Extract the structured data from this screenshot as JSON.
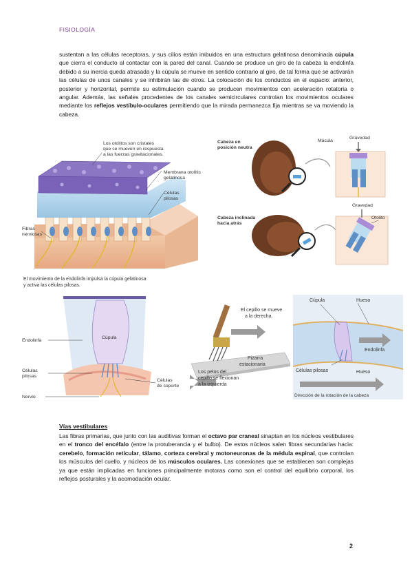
{
  "header": {
    "title": "FISIOLOGÍA"
  },
  "para1": {
    "s1": "sustentan a las células receptoras, y sus cilios están imbuidos en una estructura gelatinosa denominada ",
    "b1": "cúpula",
    "s2": " que cierra el conducto al contactar con la pared del canal. Cuando se produce un giro de la cabeza la endolinfa debido a su inercia queda atrasada y la cúpula se mueve en sentido contrario al giro, de tal forma que se activarán las células de unos canales y se inhibirán las de otros. La colocación de los conductos en el espacio: anterior, posterior y horizontal, permite su estimulación cuando se producen movimientos con aceleración rotatoria o angular. Además, las señales procedentes de los canales semicirculares controlan los movimientos oculares mediante los ",
    "b2": "reflejos vestíbulo-oculares",
    "s3": " permitiendo que la mirada permanezca fija mientras se va moviendo la cabeza."
  },
  "figure_top_left": {
    "otolitos": [
      "Los otolitos son cristales",
      "que se mueven en respuesta",
      "a las fuerzas gravitacionales."
    ],
    "membrana": [
      "Membrana otolític",
      "gelatinosa"
    ],
    "celulas": [
      "Células",
      "pilosas"
    ],
    "fibras": [
      "Fibras",
      "nerviosas"
    ]
  },
  "figure_top_right": {
    "neutra": [
      "Cabeza en",
      "posición neutra"
    ],
    "macula": "Mácula",
    "gravedad1": "Gravedad",
    "inclinada": [
      "Cabeza inclinada",
      "hacia atrás"
    ],
    "gravedad2": "Gravedad",
    "otolito": "Otolito"
  },
  "figure_caption": [
    "El movimiento de la endolinfa impulsa la cúpula gelatinosa",
    "y activa las células pilosas."
  ],
  "figure_bottom_left": {
    "endolinfa": "Endolinfa",
    "cupula": "Cúpula",
    "celulas": [
      "Células",
      "pilosas"
    ],
    "soporte": [
      "Células",
      "de soporte"
    ],
    "nervio": "Nervio"
  },
  "figure_bottom_mid": {
    "cepillo": [
      "El cepillo se mueve",
      "a la derecha."
    ],
    "pizarra": [
      "Pizarra",
      "estacionaria"
    ],
    "pelos": [
      "Los pelos del",
      "cepillo se flexionan",
      "a la izquierda"
    ]
  },
  "figure_bottom_right": {
    "cupula": "Cúpula",
    "hueso1": "Hueso",
    "endolinfa": "Endolinfa",
    "celulas": "Células pilosas",
    "hueso2": "Hueso",
    "direccion": "Dirección de la rotación de la cabeza"
  },
  "section": {
    "heading": "Vías vestibulares"
  },
  "para2": {
    "t1": "Las fibras primarias, que junto con las auditivas forman el ",
    "b1": "octavo par craneal",
    "t2": " sinaptan en los núcleos vestibulares en el ",
    "b2": "tronco del encéfalo",
    "t3": " (entre la protuberancia y el bulbo). De estos núcleos salen fibras secundarias hacia: ",
    "b3": "cerebelo",
    "t4": ", ",
    "b4": "formación reticular",
    "t5": ", ",
    "b5": "tálamo",
    "t6": ", ",
    "b6": "corteza cerebral y motoneuronas de la médula espinal",
    "t7": ", que controlan los músculos del cuello, y núcleos de los ",
    "b7": "músculos oculares.",
    "t8": " Las conexiones que se establecen son complejas ya que están implicadas en funciones principalmente motoras como son el control del equilibrio corporal, los reflejos posturales y la acomodación ocular."
  },
  "page": {
    "number": "2"
  }
}
